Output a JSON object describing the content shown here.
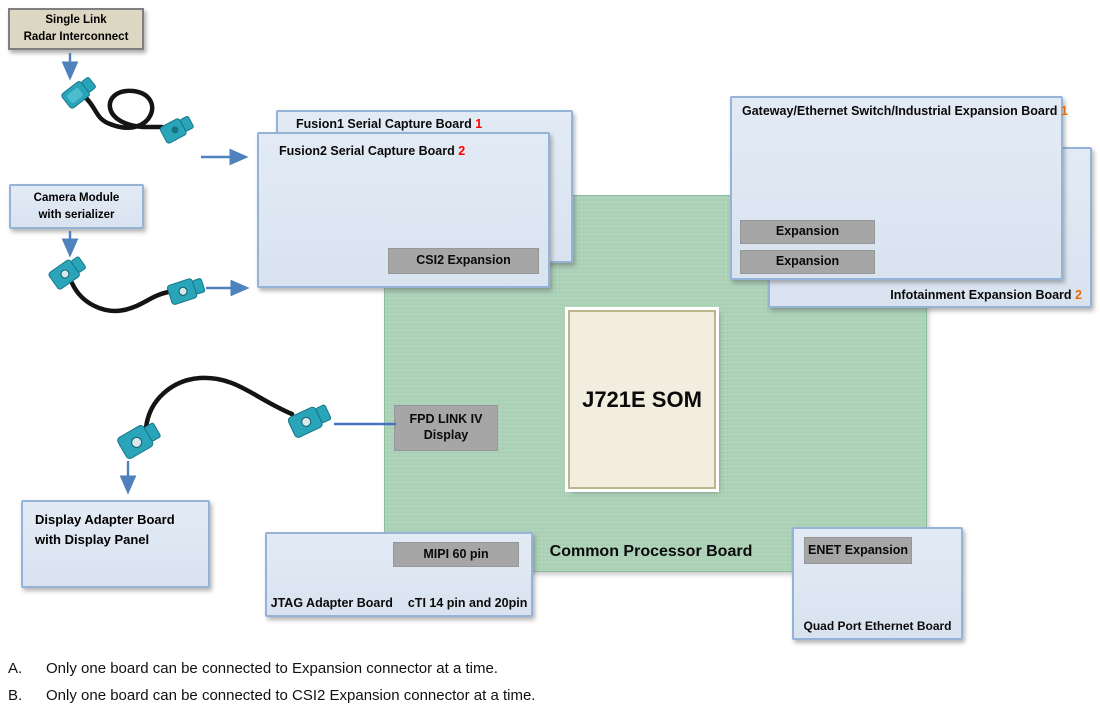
{
  "diagram_title": "J721E SOM / Common Processor Board expansion diagram",
  "colors": {
    "blue_board_fill": "#dbe5f1",
    "blue_board_border": "#95b3d7",
    "green_board_fill": "#a9cfb5",
    "gray_button_fill": "#a6a6a6",
    "tan_box_fill": "#dcd7c3",
    "som_fill": "#f1eee0",
    "red_number": "#ff0000",
    "orange_number": "#e36c09",
    "arrow_blue": "#4f81bd",
    "connector_teal": "#2aa4b8"
  },
  "boards": {
    "radar": {
      "line1": "Single Link",
      "line2": "Radar Interconnect"
    },
    "camera": {
      "line1": "Camera Module",
      "line2": "with serializer"
    },
    "fusion1": {
      "label": "Fusion1 Serial Capture Board",
      "number": "1"
    },
    "fusion2": {
      "label": "Fusion2 Serial Capture Board",
      "number": "2"
    },
    "gateway": {
      "label": "Gateway/Ethernet Switch/Industrial Expansion Board",
      "number": "1"
    },
    "infotainment": {
      "label": "Infotainment Expansion Board",
      "number": "2"
    },
    "common_processor": {
      "label": "Common Processor Board",
      "som_label": "J721E SOM"
    },
    "jtag": {
      "label_left": "JTAG Adapter Board",
      "label_right": "cTI 14 pin and 20pin"
    },
    "quad_ethernet": {
      "label": "Quad Port Ethernet Board"
    },
    "display_adapter": {
      "line1": "Display Adapter Board",
      "line2": "with Display Panel"
    }
  },
  "connectors": {
    "csi2": "CSI2 Expansion",
    "expansion_top": "Expansion",
    "expansion_bottom": "Expansion",
    "fpd_line1": "FPD LINK IV",
    "fpd_line2": "Display",
    "mipi": "MIPI 60 pin",
    "enet": "ENET Expansion"
  },
  "notes": [
    {
      "letter": "A.",
      "text": "Only one board can be connected to Expansion connector at a time."
    },
    {
      "letter": "B.",
      "text": "Only one board can be connected to CSI2 Expansion connector at a time."
    }
  ]
}
